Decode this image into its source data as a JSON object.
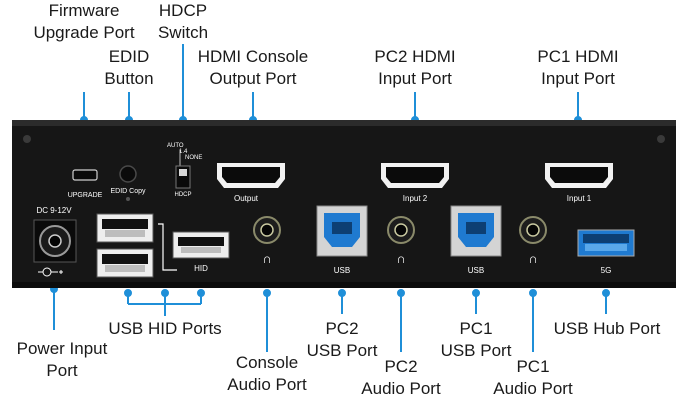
{
  "colors": {
    "leader": "#1f8fd8",
    "panel": "#1a1a1a",
    "usb3_port": "#1f7ad0",
    "label_text": "#1a1a1a",
    "panel_text": "#ffffff"
  },
  "callouts": {
    "firmware": [
      "Firmware",
      "Upgrade Port"
    ],
    "hdcp": [
      "HDCP",
      "Switch"
    ],
    "edid": [
      "EDID",
      "Button"
    ],
    "hdmi_console": [
      "HDMI Console",
      "Output Port"
    ],
    "pc2_hdmi": [
      "PC2 HDMI",
      "Input Port"
    ],
    "pc1_hdmi": [
      "PC1 HDMI",
      "Input Port"
    ],
    "power": [
      "Power Input",
      "Port"
    ],
    "usb_hid": [
      "USB HID Ports"
    ],
    "console_audio": [
      "Console",
      "Audio Port"
    ],
    "pc2_usb": [
      "PC2",
      "USB Port"
    ],
    "pc2_audio": [
      "PC2",
      "Audio Port"
    ],
    "pc1_usb": [
      "PC1",
      "USB Port"
    ],
    "pc1_audio": [
      "PC1",
      "Audio Port"
    ],
    "usb_hub": [
      "USB Hub Port"
    ]
  },
  "panel_labels": {
    "upgrade": "UPGRADE",
    "edid_copy": "EDID Copy",
    "hdcp_auto": "AUTO",
    "hdcp_14": "1.4",
    "hdcp_none": "NONE",
    "hdcp": "HDCP",
    "dc": "DC 9-12V",
    "hid": "HID",
    "output": "Output",
    "input2": "Input 2",
    "input1": "Input 1",
    "usb_pc2": "USB",
    "usb_pc1": "USB",
    "hub": "5G"
  },
  "icons": [
    "polarity-icon",
    "headphone-icon"
  ]
}
